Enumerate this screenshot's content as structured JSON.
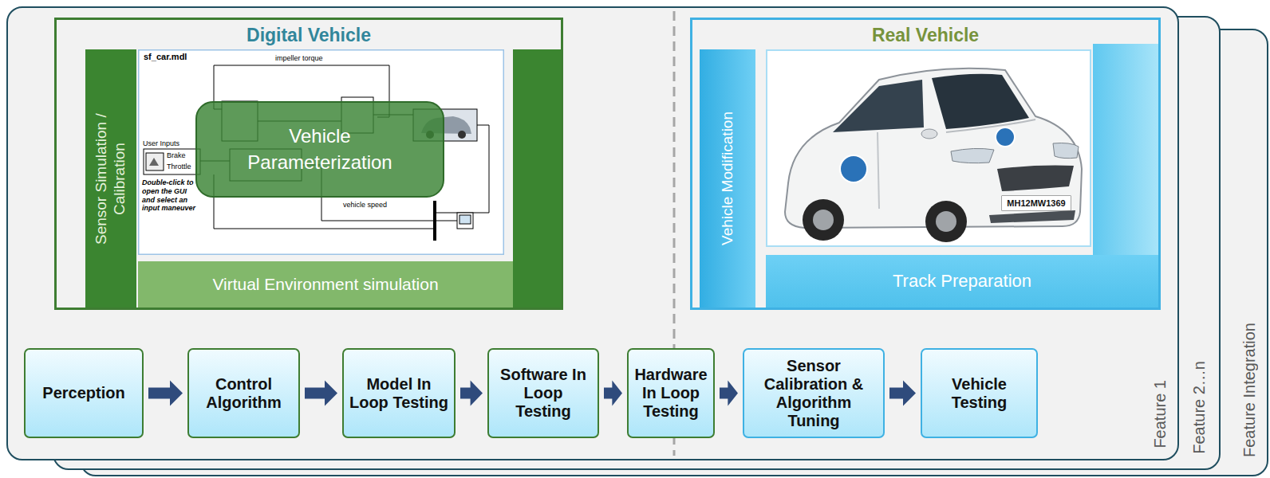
{
  "diagram": {
    "nodes": [
      {
        "text": [
          "Feature Integration"
        ]
      },
      {
        "text": [
          "Feature 2…n"
        ]
      },
      {
        "text": [
          "Feature 1"
        ]
      },
      {
        "text": [
          "Digital Vehicle"
        ],
        "in": 2
      },
      {
        "text": [
          "Sensor Simulation / Calibration"
        ],
        "in": 3
      },
      {
        "text": [
          "Vehicle Parameterization"
        ],
        "in": 3
      },
      {
        "text": [
          "Virtual Environment simulation"
        ],
        "in": 3
      },
      {
        "text": [
          "Real Vehicle"
        ],
        "in": 2
      },
      {
        "text": [
          "Vehicle Modification"
        ],
        "in": 7
      },
      {
        "text": [
          "Track Preparation"
        ],
        "in": 7
      },
      {
        "text": [
          "Perception"
        ],
        "in": 2
      },
      {
        "text": [
          "Control Algorithm"
        ],
        "in": 2
      },
      {
        "text": [
          "Model In Loop Testing"
        ],
        "in": 2
      },
      {
        "text": [
          "Software In Loop Testing"
        ],
        "in": 2
      },
      {
        "text": [
          "Hardware In Loop Testing"
        ],
        "in": 2
      },
      {
        "text": [
          "Sensor Calibration & Algorithm Tuning"
        ],
        "in": 2
      },
      {
        "text": [
          "Vehicle Testing"
        ],
        "in": 2
      }
    ],
    "edges": [
      {
        "from": 10,
        "to": 11,
        "arrow": "to"
      },
      {
        "from": 11,
        "to": 12,
        "arrow": "to"
      },
      {
        "from": 12,
        "to": 13,
        "arrow": "to"
      },
      {
        "from": 13,
        "to": 14,
        "arrow": "to"
      },
      {
        "from": 14,
        "to": 15,
        "arrow": "to"
      },
      {
        "from": 15,
        "to": 16,
        "arrow": "to"
      }
    ],
    "labels": [
      "sf_car.mdl",
      "impeller torque",
      "User Inputs",
      "Brake",
      "Throttle",
      "Double-click to open the GUI and select an input maneuver",
      "vehicle speed",
      "MH12MW1369"
    ]
  }
}
